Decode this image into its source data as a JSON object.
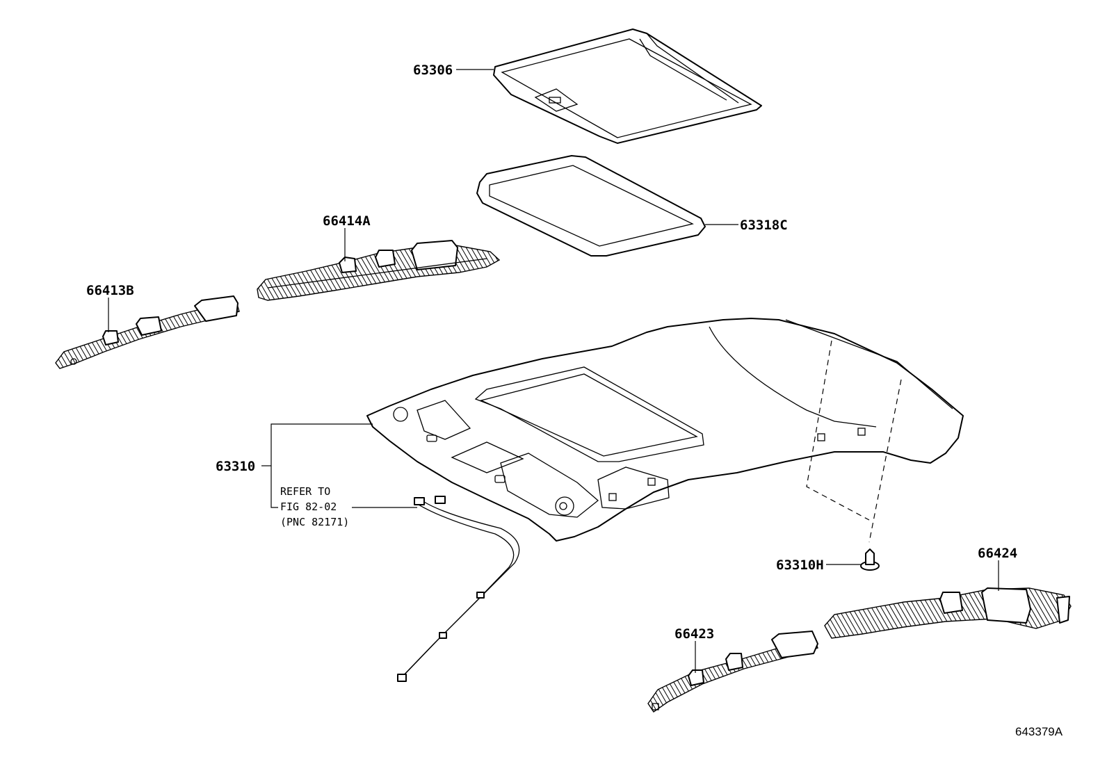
{
  "diagram": {
    "labels": {
      "p63306": "63306",
      "p63318c": "63318C",
      "p66414a": "66414A",
      "p66413b": "66413B",
      "p63310": "63310",
      "p63310h": "63310H",
      "p66424": "66424",
      "p66423": "66423"
    },
    "reference_note": {
      "line1": "REFER TO",
      "line2": "FIG 82-02",
      "line3": "(PNC 82171)"
    },
    "figure_code": "643379A"
  }
}
